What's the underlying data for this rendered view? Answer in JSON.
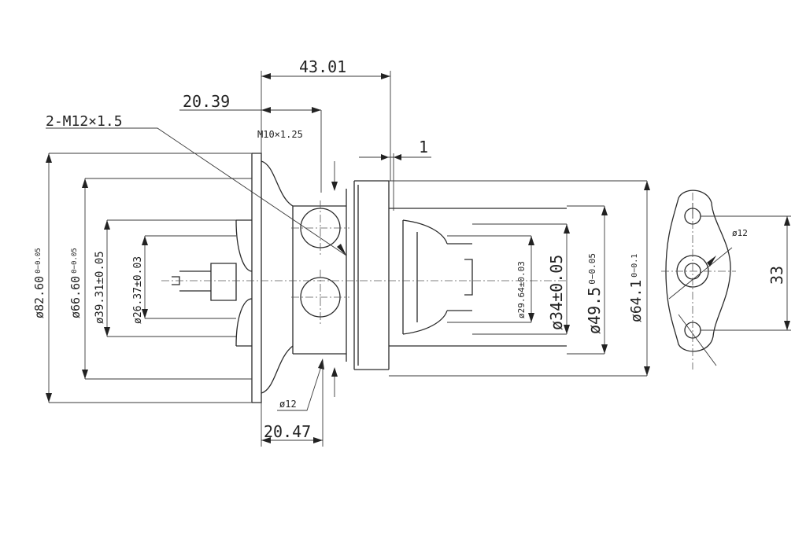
{
  "colors": {
    "ink": "#2a2a2a",
    "background": "#ffffff"
  },
  "dims": {
    "d4301": "43.01",
    "d2039": "20.39",
    "thread_m12": "2-M12×1.5",
    "thread_m10": "M10×1.25",
    "gap_1": "1",
    "d8260": "ø82.60",
    "d8260_tol": "0−0.05",
    "d6660": "ø66.60",
    "d6660_tol": "0−0.05",
    "d3931": "ø39.31±0.05",
    "d2637": "ø26.37±0.03",
    "d2964": "ø29.64±0.03",
    "d34": "ø34±0.05",
    "d495": "ø49.5",
    "d495_tol": "0−0.05",
    "d641": "ø64.1",
    "d641_tol": "0−0.1",
    "d12_bottom": "ø12",
    "d2047": "20.47",
    "d12_flange": "ø12",
    "d33": "33"
  }
}
